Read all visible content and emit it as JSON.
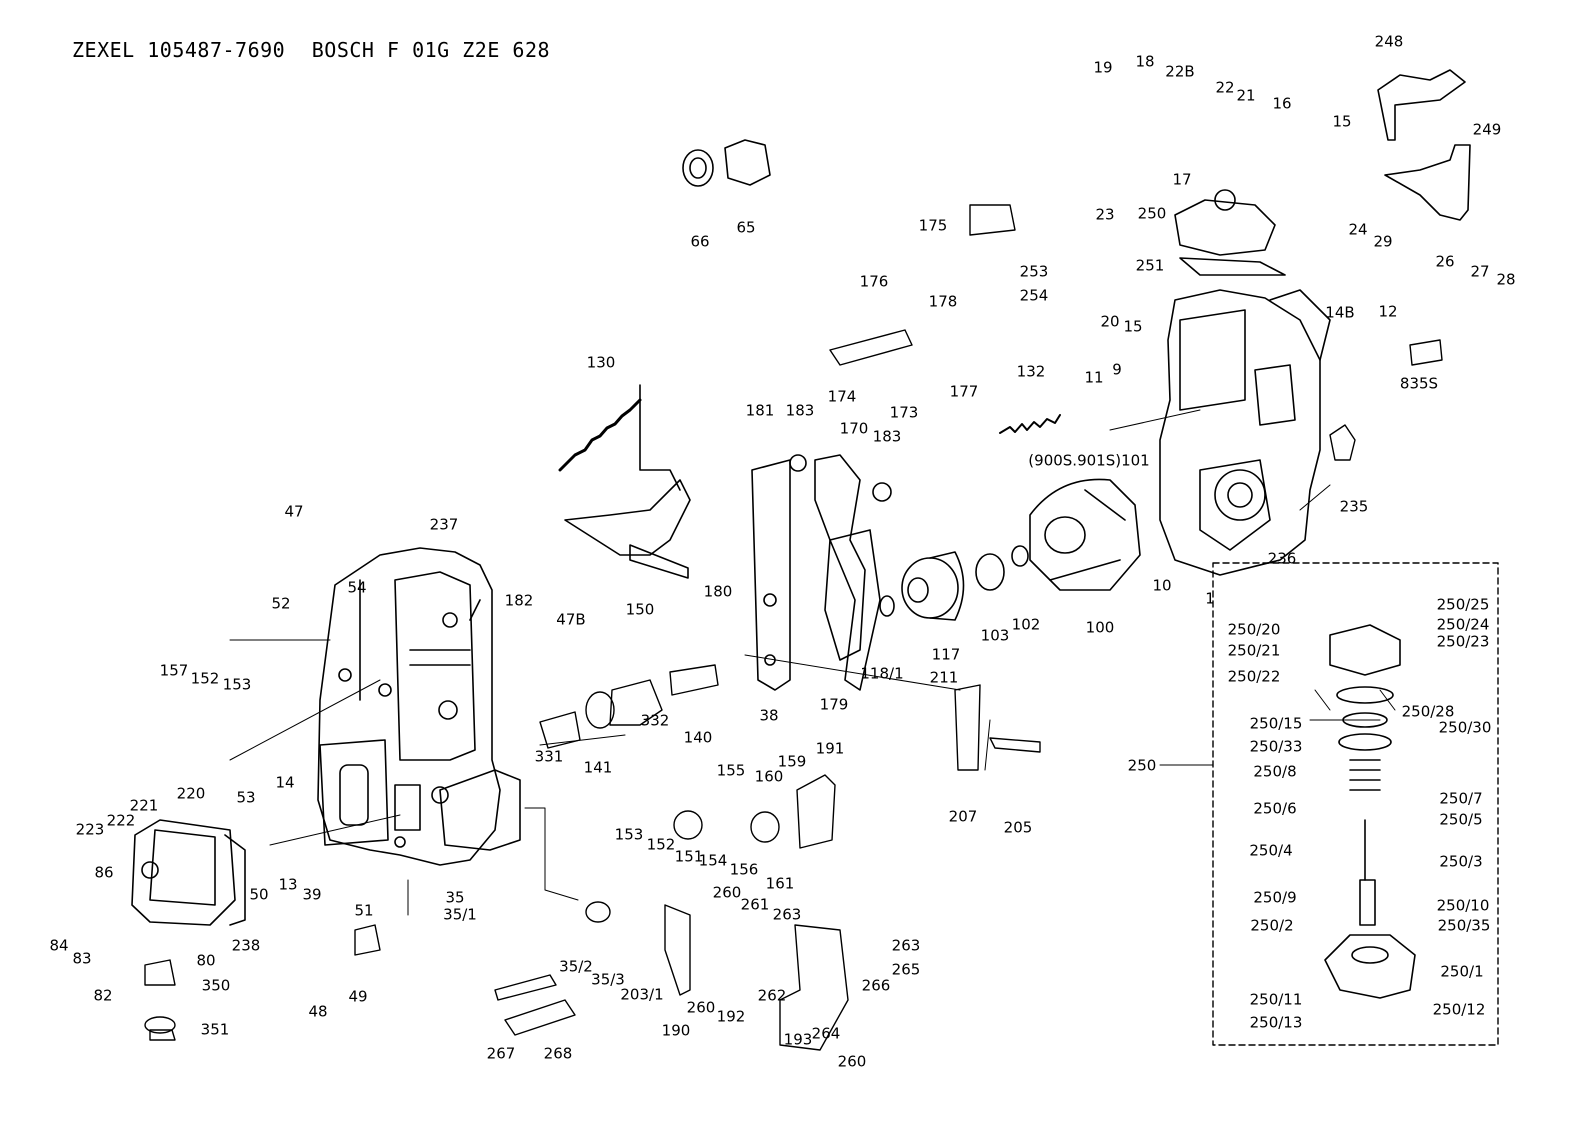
{
  "title": {
    "model": "ZEXEL 105487-7690",
    "bosch": "BOSCH F 01G Z2E 628"
  },
  "callouts": [
    "19",
    "18",
    "22B",
    "22",
    "21",
    "16",
    "15",
    "17",
    "248",
    "249",
    "24",
    "29",
    "26",
    "27",
    "28",
    "66",
    "65",
    "23",
    "250",
    "175",
    "253",
    "254",
    "251",
    "20",
    "15",
    "176",
    "178",
    "174",
    "173",
    "177",
    "14B",
    "12",
    "835S",
    "132",
    "11",
    "9",
    "130",
    "181",
    "183",
    "170",
    "183",
    "(900S.901S)101",
    "235",
    "47",
    "237",
    "54",
    "52",
    "182",
    "47B",
    "157",
    "152",
    "153",
    "150",
    "180",
    "10",
    "236",
    "1",
    "117",
    "103",
    "102",
    "100",
    "118/1",
    "179",
    "38",
    "211",
    "332",
    "140",
    "141",
    "331",
    "223",
    "222",
    "221",
    "220",
    "53",
    "14",
    "191",
    "159",
    "155",
    "160",
    "153",
    "152",
    "151",
    "154",
    "156",
    "161",
    "207",
    "205",
    "86",
    "50",
    "13",
    "39",
    "35",
    "35/1",
    "51",
    "84",
    "83",
    "82",
    "80",
    "238",
    "48",
    "49",
    "350",
    "351",
    "35/2",
    "35/3",
    "203/1",
    "260",
    "261",
    "263",
    "263",
    "265",
    "266",
    "264",
    "260",
    "193",
    "192",
    "190",
    "262",
    "267",
    "268",
    "250/25",
    "250/20",
    "250/24",
    "250/21",
    "250/23",
    "250/22",
    "250/28",
    "250/30",
    "250/15",
    "250/33",
    "250/8",
    "250/7",
    "250/6",
    "250/5",
    "250/4",
    "250/3",
    "250/9",
    "250/10",
    "250/2",
    "250/35",
    "250/1",
    "250/11",
    "250/12",
    "250/13",
    "250",
    "260"
  ]
}
